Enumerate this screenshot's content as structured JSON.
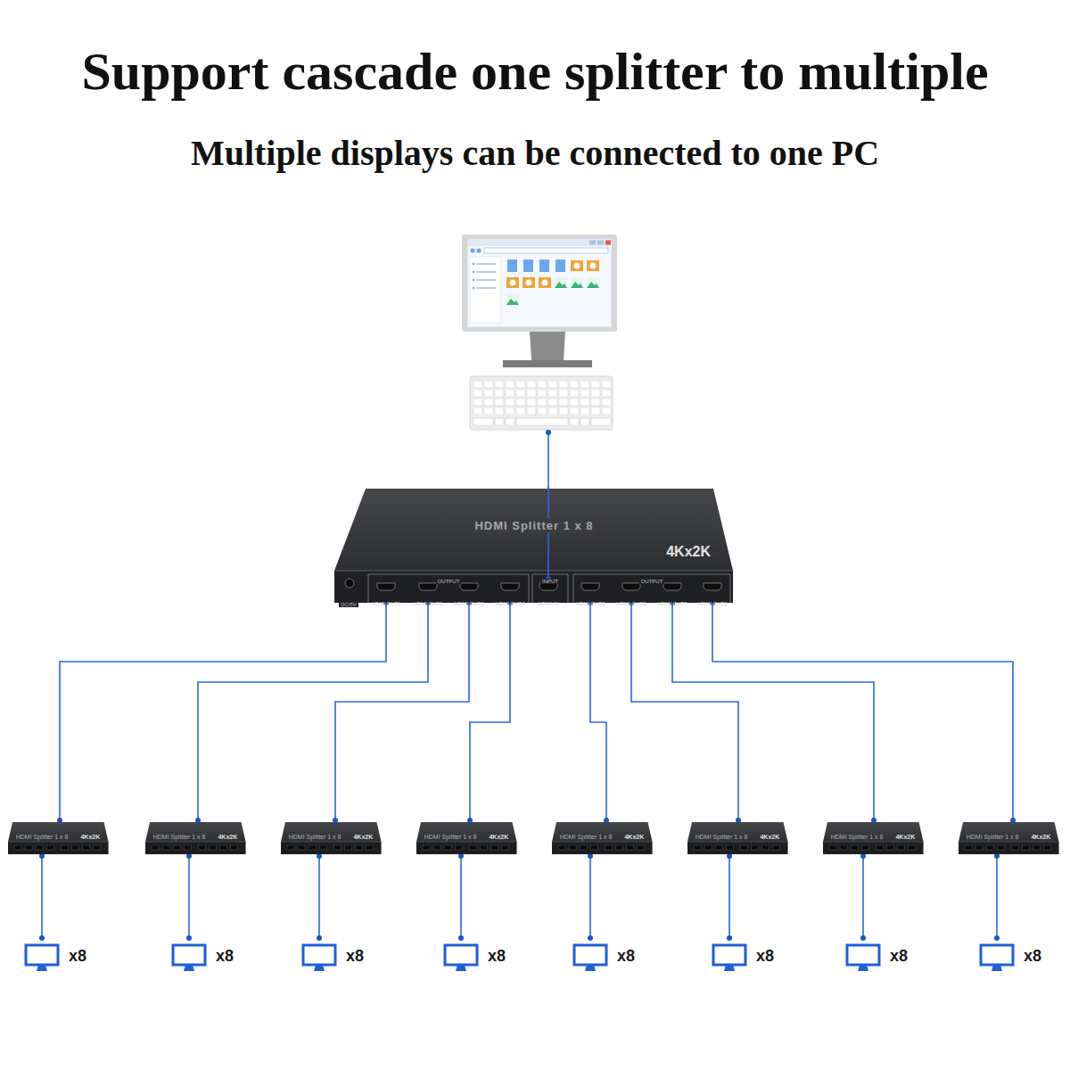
{
  "diagram": {
    "title": "Support cascade one splitter to multiple",
    "nodes": [
      {
        "text": [
          "HDMI Splitter 1 x 8",
          "4Kx2K"
        ]
      },
      {
        "text": [
          "HDMI OUT1"
        ],
        "in": 0
      },
      {
        "text": [
          "HDMI OUT2"
        ],
        "in": 0
      },
      {
        "text": [
          "HDMI OUT3"
        ],
        "in": 0
      },
      {
        "text": [
          "HDMI OUT4"
        ],
        "in": 0
      },
      {
        "text": [
          "HDMI IN"
        ],
        "in": 0
      },
      {
        "text": [
          "HDMI OUT5"
        ],
        "in": 0
      },
      {
        "text": [
          "HDMI OUT6"
        ],
        "in": 0
      },
      {
        "text": [
          "HDMI OUT7"
        ],
        "in": 0
      },
      {
        "text": [
          "HDMI OUT8"
        ],
        "in": 0
      },
      {
        "text": [
          "HDMI Splitter 1 x 8",
          "4Kx2K"
        ]
      },
      {
        "text": [
          "HDMI Splitter 1 x 8",
          "4Kx2K"
        ]
      },
      {
        "text": [
          "HDMI Splitter 1 x 8",
          "4Kx2K"
        ]
      },
      {
        "text": [
          "HDMI Splitter 1 x 8",
          "4Kx2K"
        ]
      },
      {
        "text": [
          "HDMI Splitter 1 x 8",
          "4Kx2K"
        ]
      },
      {
        "text": [
          "HDMI Splitter 1 x 8",
          "4Kx2K"
        ]
      },
      {
        "text": [
          "HDMI Splitter 1 x 8",
          "4Kx2K"
        ]
      },
      {
        "text": [
          "HDMI Splitter 1 x 8",
          "4Kx2K"
        ]
      },
      {
        "text": [
          "x8"
        ]
      },
      {
        "text": [
          "x8"
        ]
      },
      {
        "text": [
          "x8"
        ]
      },
      {
        "text": [
          "x8"
        ]
      },
      {
        "text": [
          "x8"
        ]
      },
      {
        "text": [
          "x8"
        ]
      },
      {
        "text": [
          "x8"
        ]
      },
      {
        "text": [
          "x8"
        ]
      }
    ],
    "edges": [
      {
        "from": 1,
        "to": 10,
        "arrow": "none"
      },
      {
        "from": 2,
        "to": 11,
        "arrow": "none"
      },
      {
        "from": 3,
        "to": 12,
        "arrow": "none"
      },
      {
        "from": 4,
        "to": 13,
        "arrow": "none"
      },
      {
        "from": 6,
        "to": 14,
        "arrow": "none"
      },
      {
        "from": 7,
        "to": 15,
        "arrow": "none"
      },
      {
        "from": 8,
        "to": 16,
        "arrow": "none"
      },
      {
        "from": 9,
        "to": 17,
        "arrow": "none"
      },
      {
        "from": 10,
        "to": 18,
        "arrow": "none"
      },
      {
        "from": 11,
        "to": 19,
        "arrow": "none"
      },
      {
        "from": 12,
        "to": 20,
        "arrow": "none"
      },
      {
        "from": 13,
        "to": 21,
        "arrow": "none"
      },
      {
        "from": 14,
        "to": 22,
        "arrow": "none"
      },
      {
        "from": 15,
        "to": 23,
        "arrow": "none"
      },
      {
        "from": 16,
        "to": 24,
        "arrow": "none"
      },
      {
        "from": 17,
        "to": 25,
        "arrow": "none"
      }
    ],
    "labels": [
      "Multiple displays can be connected to one PC",
      "OUTPUT",
      "INPUT",
      "OUTPUT",
      "DC/5V"
    ]
  }
}
